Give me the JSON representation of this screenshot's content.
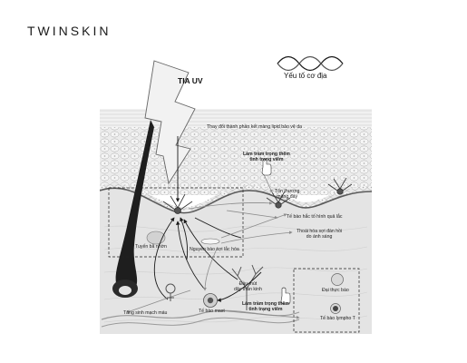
{
  "brand": {
    "logo": "TWINSKIN"
  },
  "titles": {
    "uv": "TIA UV",
    "genetic": "Yếu tố cơ địa"
  },
  "labels": {
    "lipid_change": "Thay đổi thành phần kết màng lipid bảo vệ da",
    "inflammation_top_1": "Làm trầm trọng thêm",
    "inflammation_top_2": "tình trạng viêm",
    "basement_damage_1": "Tổn thương",
    "basement_damage_2": "màng đáy",
    "melanocyte": "Tế bào hắc tố hình quả lắc",
    "elastic_fiber_1": "Thoái hóa sợi đàn hồi",
    "elastic_fiber_2": "do ánh sáng",
    "sebaceous": "Tuyến bã nhờn",
    "fibroblast": "Nguyên bào sợi lắc hóa",
    "nerve_1": "Đầu mút",
    "nerve_2": "dây thần kinh",
    "mast_cell": "Tế bào mast",
    "inflammation_bottom_1": "Làm trầm trọng thêm",
    "inflammation_bottom_2": "tình trạng viêm",
    "macrophage": "Đại thực bào",
    "t_cell": "Tế bào lympho T",
    "angiogenesis": "Tăng sinh mạch máu"
  },
  "colors": {
    "ink": "#1a1a1a",
    "epidermis_fill": "#ececec",
    "dermis_fill": "#e6e6e6",
    "cell_stroke": "#9a9a9a",
    "arrow_gray": "#8c8c8c"
  },
  "icons": [
    "lightning-bolt-icon",
    "dna-helix-icon",
    "hand-pointer-icon",
    "female-symbol-icon"
  ]
}
